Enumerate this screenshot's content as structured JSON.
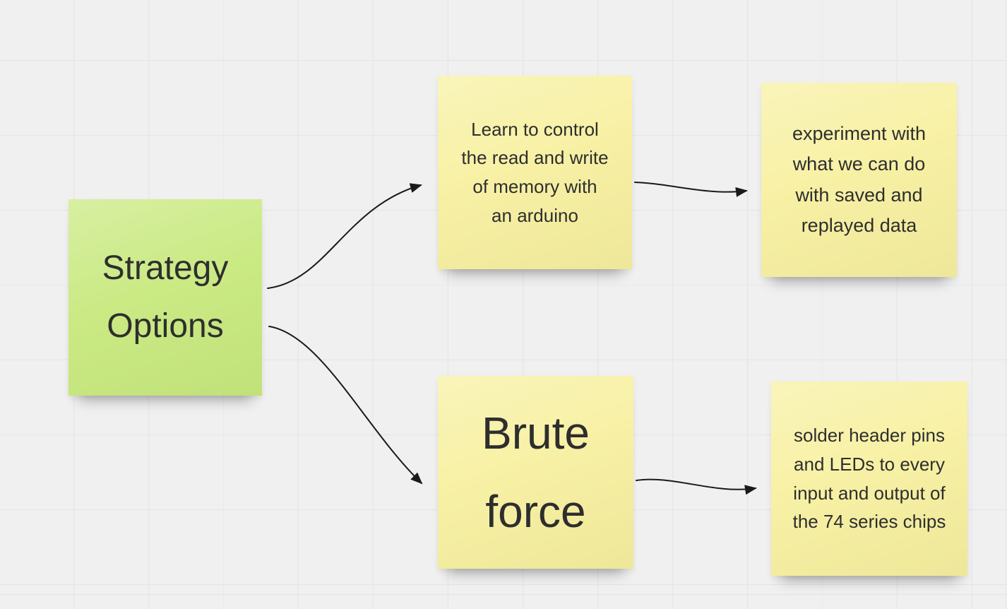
{
  "canvas": {
    "background_color": "#f0f0f0",
    "grid_color": "#e4e4e4"
  },
  "notes": [
    {
      "id": "strategy-options",
      "text": "Strategy Options",
      "color": "#c8e97e",
      "text_size": "large"
    },
    {
      "id": "learn-arduino",
      "text": "Learn to control the read and write of memory with an arduino",
      "color": "#f7f0a0",
      "text_size": "small"
    },
    {
      "id": "experiment-data",
      "text": "experiment with what we can do with saved and replayed data",
      "color": "#f7f0a0",
      "text_size": "small"
    },
    {
      "id": "brute-force",
      "text": "Brute force",
      "color": "#f7f0a0",
      "text_size": "xlarge"
    },
    {
      "id": "solder-pins",
      "text": "solder header pins and LEDs to every input and output of the 74 series chips",
      "color": "#f7f0a0",
      "text_size": "small"
    }
  ],
  "connections": [
    {
      "from": "strategy-options",
      "to": "learn-arduino"
    },
    {
      "from": "learn-arduino",
      "to": "experiment-data"
    },
    {
      "from": "strategy-options",
      "to": "brute-force"
    },
    {
      "from": "brute-force",
      "to": "solder-pins"
    }
  ],
  "connector_color": "#1a1a1a"
}
